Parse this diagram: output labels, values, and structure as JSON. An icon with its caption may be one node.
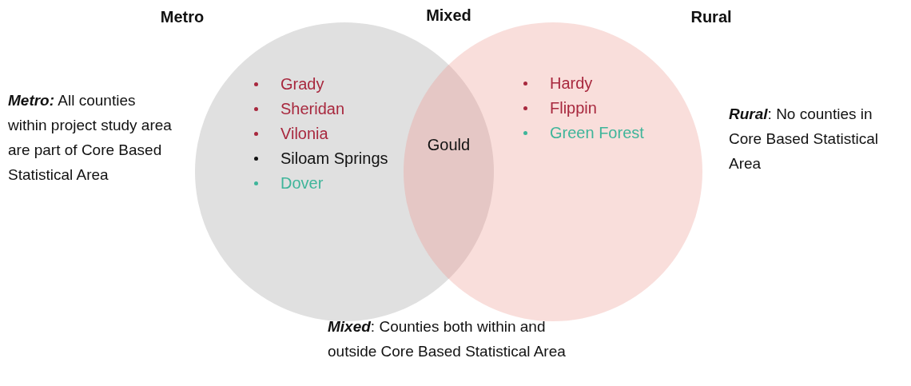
{
  "diagram": {
    "nodes": [
      {
        "text": [
          "Metro",
          "Grady",
          "Sheridan",
          "Vilonia",
          "Siloam Springs",
          "Dover"
        ]
      },
      {
        "text": [
          "Rural",
          "Hardy",
          "Flippin",
          "Green Forest"
        ]
      },
      {
        "text": [
          "Mixed",
          "Gould"
        ]
      }
    ],
    "labels": [
      "**Metro:** All counties within project study area are part of Core Based Statistical Area",
      "**Rural**: No counties in Core Based Statistical Area",
      "**Mixed**: Counties both within and outside Core Based Statistical Area"
    ]
  }
}
